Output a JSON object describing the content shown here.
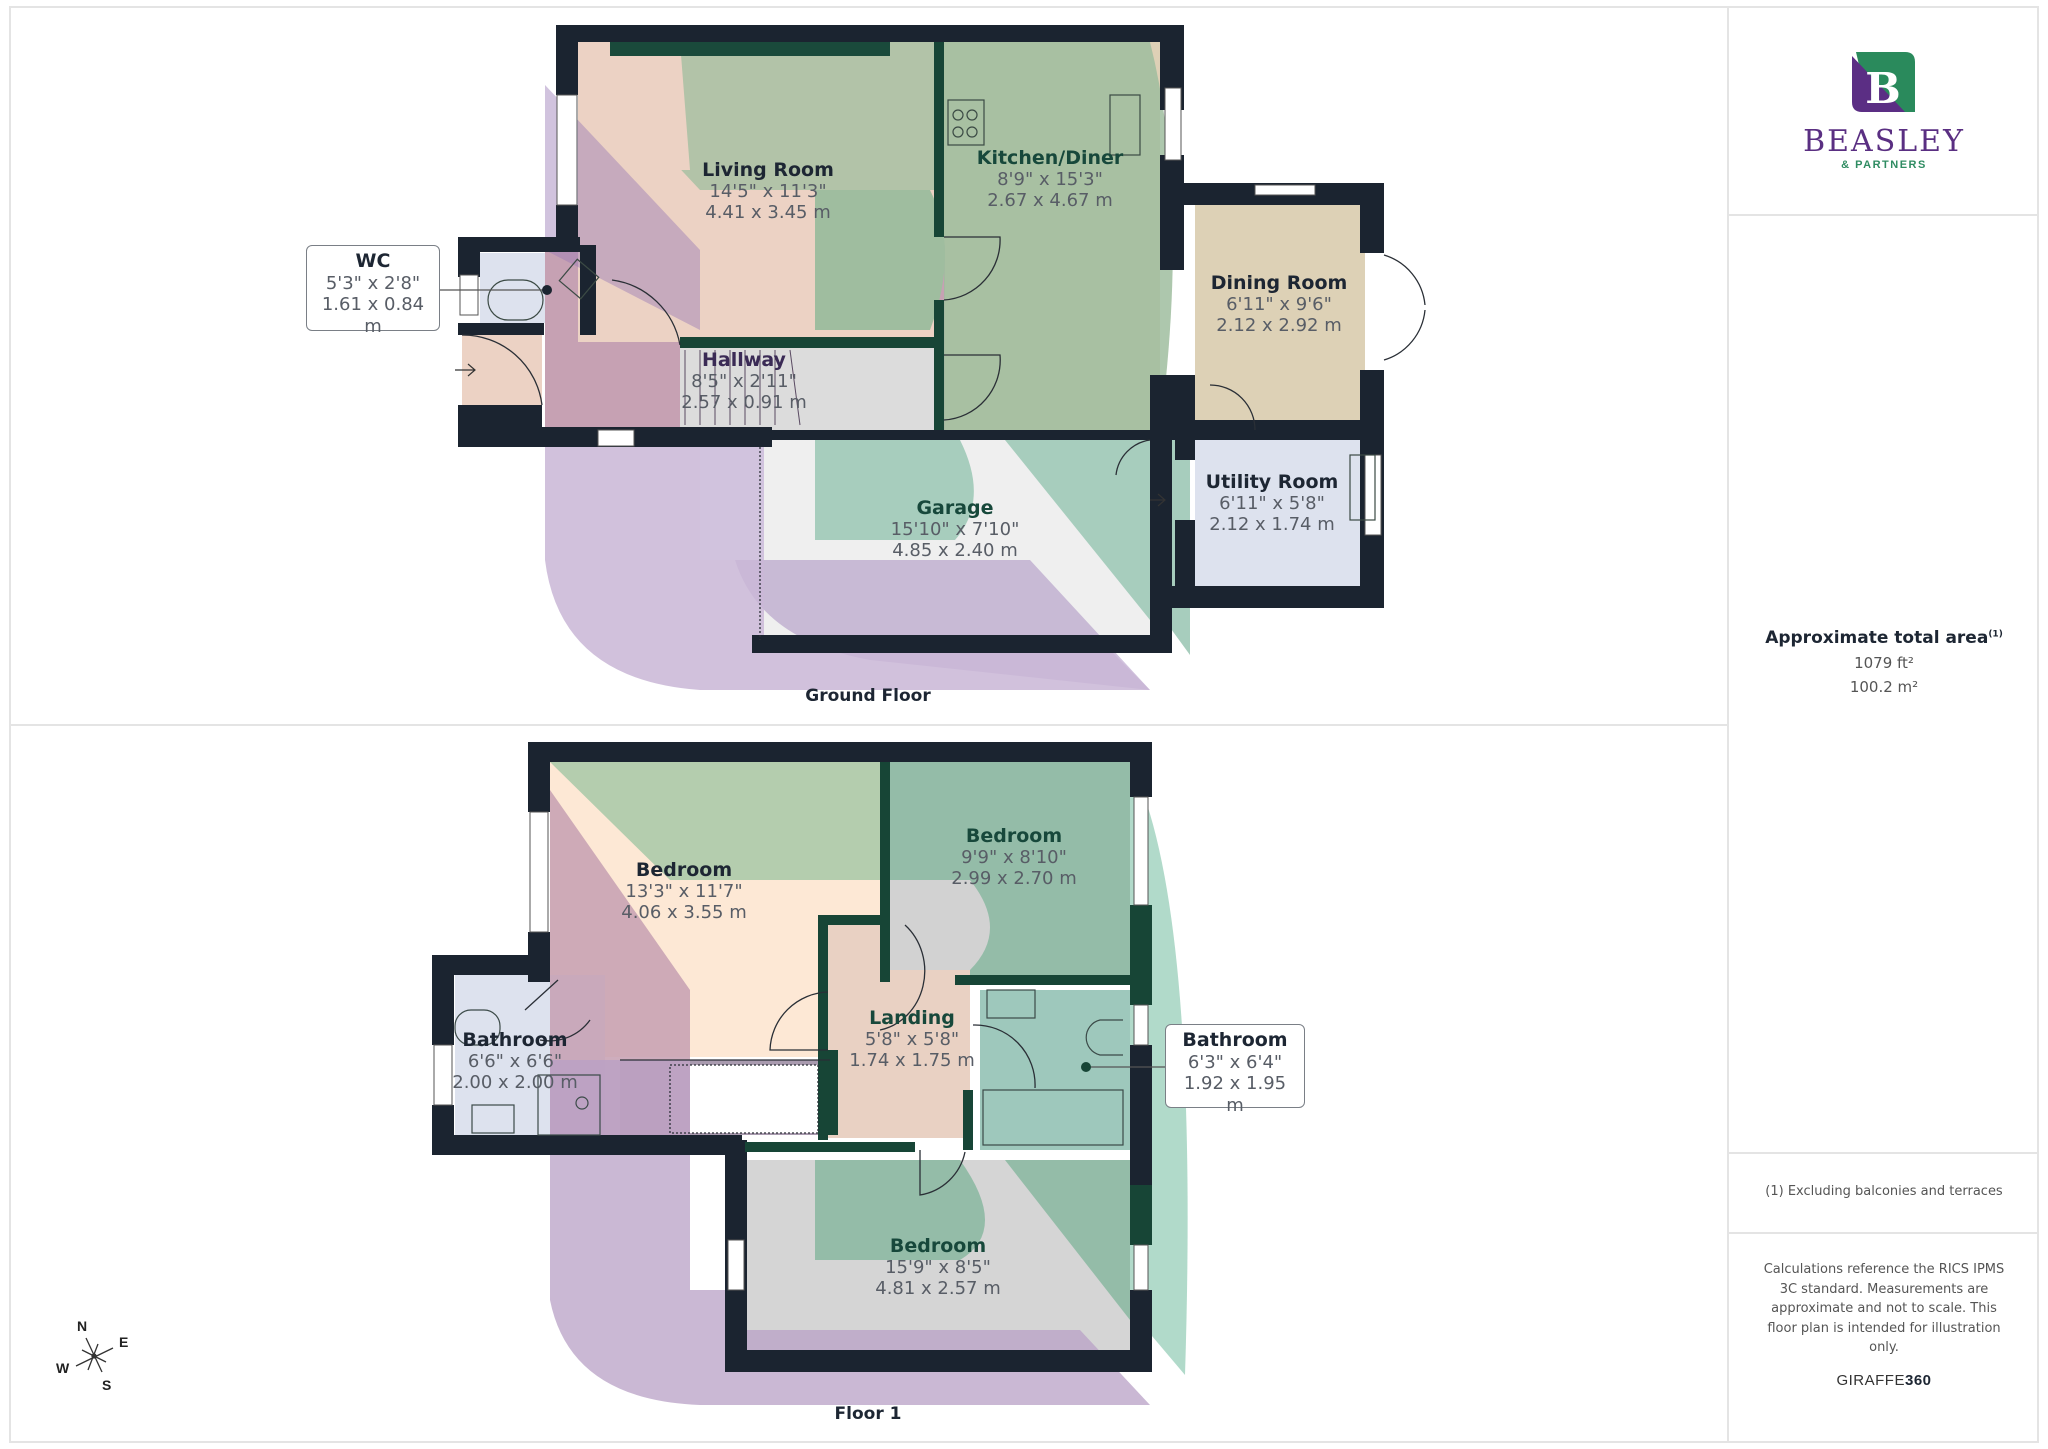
{
  "brand": {
    "name": "BEASLEY",
    "sub": "& PARTNERS",
    "logo_letter": "B",
    "colors": {
      "purple": "#5a2f82",
      "green": "#2f8c62"
    }
  },
  "summary": {
    "title": "Approximate total area",
    "footnote_marker": "(1)",
    "area_ft": "1079 ft²",
    "area_m": "100.2 m²",
    "footnote": "(1) Excluding balconies and terraces",
    "disclaimer": "Calculations reference the RICS IPMS 3C standard. Measurements are approximate and not to scale. This floor plan is intended for illustration only.",
    "credit_light": "GIRAFFE",
    "credit_bold": "360"
  },
  "ground_floor": {
    "title": "Ground Floor",
    "rooms": [
      {
        "name": "Living Room",
        "imperial": "14'5\" x 11'3\"",
        "metric": "4.41 x 3.45 m"
      },
      {
        "name": "Kitchen/Diner",
        "imperial": "8'9\" x 15'3\"",
        "metric": "2.67 x 4.67 m"
      },
      {
        "name": "Dining Room",
        "imperial": "6'11\" x 9'6\"",
        "metric": "2.12 x 2.92 m"
      },
      {
        "name": "WC",
        "imperial": "5'3\" x 2'8\"",
        "metric": "1.61 x 0.84 m"
      },
      {
        "name": "Hallway",
        "imperial": "8'5\" x 2'11\"",
        "metric": "2.57 x 0.91 m"
      },
      {
        "name": "Garage",
        "imperial": "15'10\" x 7'10\"",
        "metric": "4.85 x 2.40 m"
      },
      {
        "name": "Utility Room",
        "imperial": "6'11\" x 5'8\"",
        "metric": "2.12 x 1.74 m"
      }
    ]
  },
  "first_floor": {
    "title": "Floor 1",
    "rooms": [
      {
        "name": "Bedroom",
        "imperial": "13'3\" x 11'7\"",
        "metric": "4.06 x 3.55 m"
      },
      {
        "name": "Bedroom",
        "imperial": "9'9\" x 8'10\"",
        "metric": "2.99 x 2.70 m"
      },
      {
        "name": "Landing",
        "imperial": "5'8\" x 5'8\"",
        "metric": "1.74 x 1.75 m"
      },
      {
        "name": "Bathroom",
        "imperial": "6'6\" x 6'6\"",
        "metric": "2.00 x 2.00 m"
      },
      {
        "name": "Bathroom",
        "imperial": "6'3\" x 6'4\"",
        "metric": "1.92 x 1.95 m"
      },
      {
        "name": "Bedroom",
        "imperial": "15'9\" x 8'5\"",
        "metric": "4.81 x 2.57 m"
      }
    ]
  },
  "compass": {
    "n": "N",
    "e": "E",
    "s": "S",
    "w": "W"
  }
}
